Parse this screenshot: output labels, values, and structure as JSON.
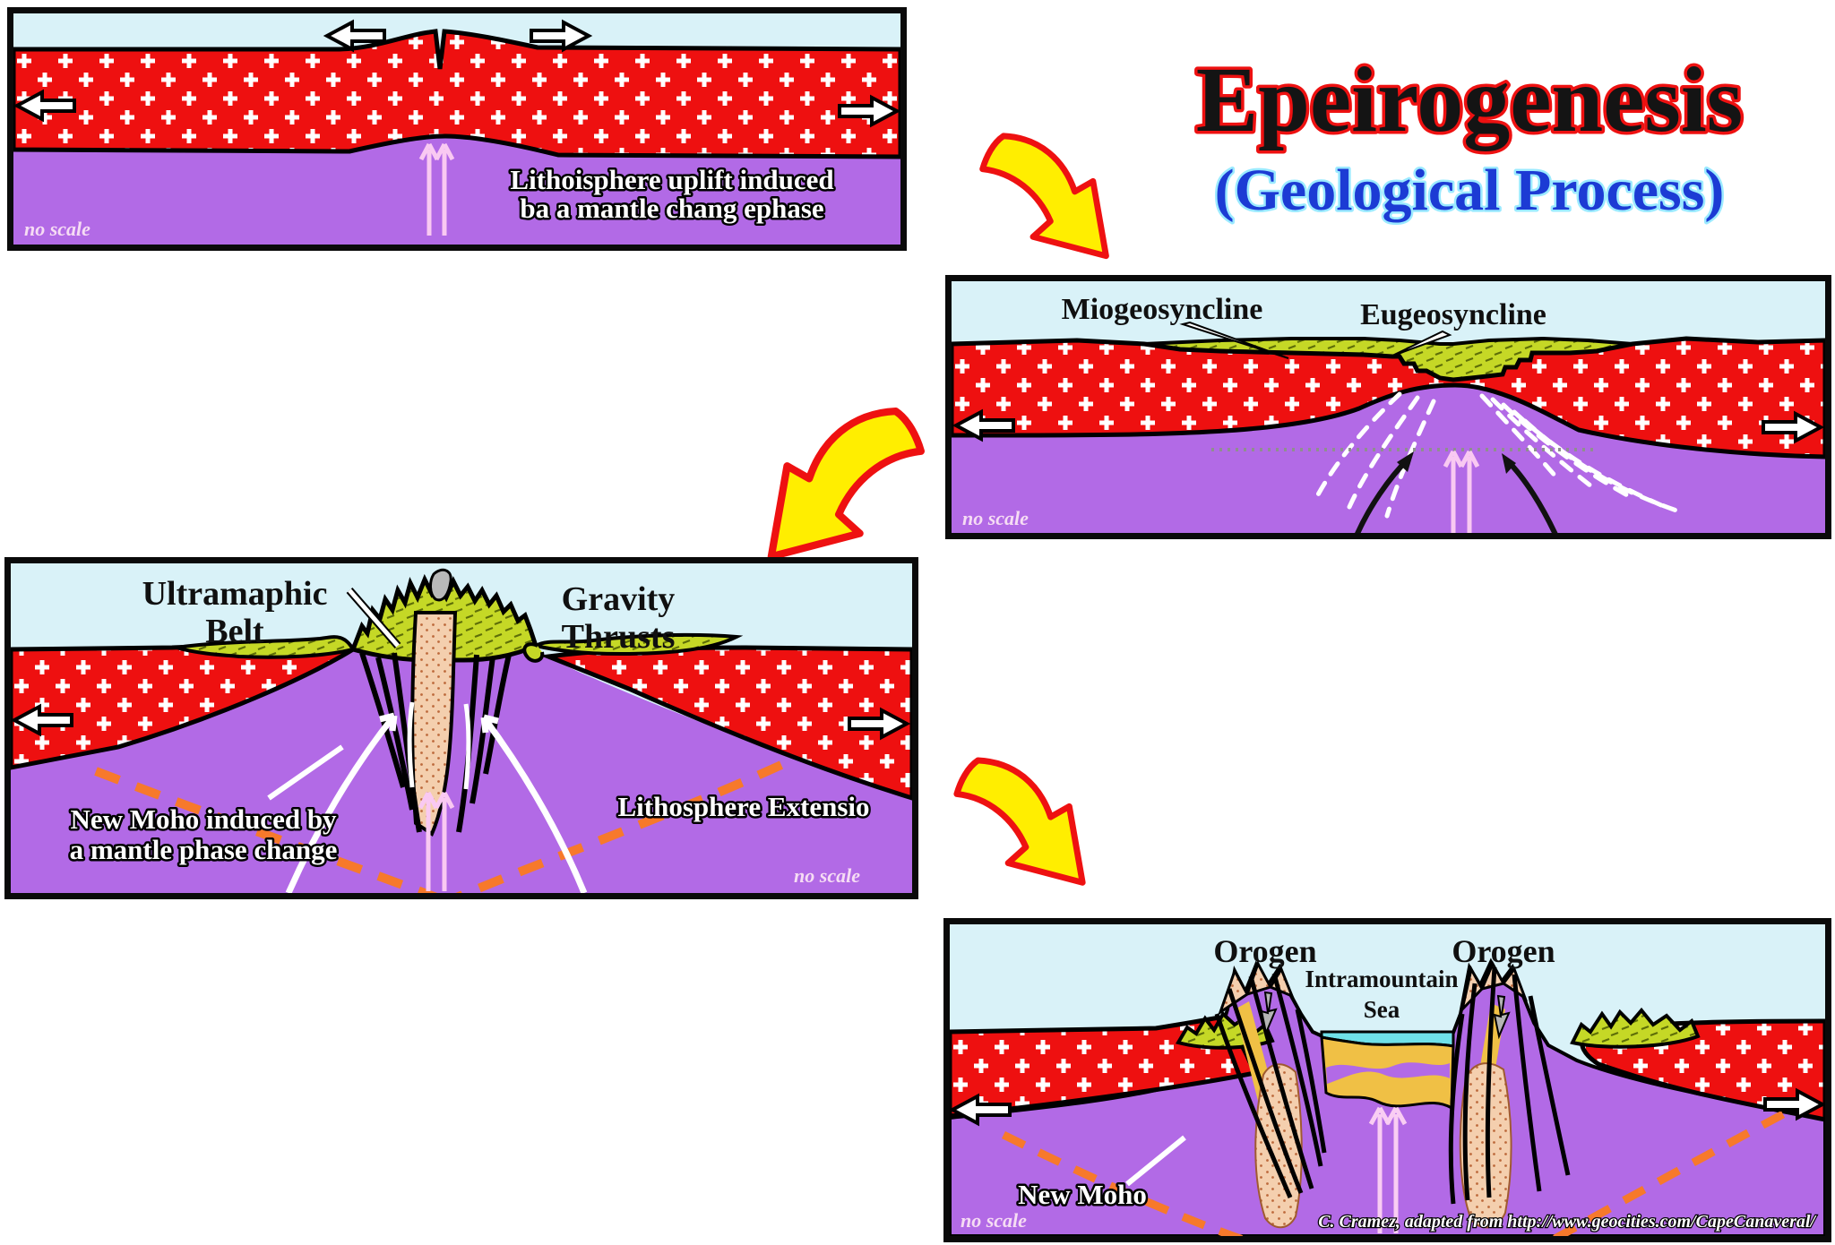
{
  "title": {
    "main": "Epeirogenesis",
    "subtitle": "(Geological Process)",
    "main_fill": "#141414",
    "main_outline": "#ee1111",
    "subtitle_fill": "#1c3bd4",
    "subtitle_outline": "#9beaff"
  },
  "panels": {
    "stage1": {
      "caption_line1": "Lithoisphere uplift induced",
      "caption_line2": "ba a mantle chang ephase",
      "scale_note": "no scale"
    },
    "stage2": {
      "label_miogeosyncline": "Miogeosyncline",
      "label_eugeosyncline": "Eugeosyncline",
      "scale_note": "no scale"
    },
    "stage3": {
      "label_ultramaphic_line1": "Ultramaphic",
      "label_ultramaphic_line2": "Belt",
      "label_gravity_line1": "Gravity",
      "label_gravity_line2": "Thrusts",
      "caption_new_moho_line1": "New Moho induced by",
      "caption_new_moho_line2": "a mantle phase change",
      "caption_extension": "Lithosphere Extensio",
      "scale_note": "no scale"
    },
    "stage4": {
      "label_orogen_left": "Orogen",
      "label_orogen_right": "Orogen",
      "label_sea_line1": "Intramountain",
      "label_sea_line2": "Sea",
      "caption_new_moho": "New Moho",
      "scale_note": "no scale",
      "credit": "C. Cramez, adapted from http://www.geocities.com/CapeCanaveral/"
    }
  },
  "colors": {
    "sky": "#d9f2f8",
    "lithosphere_red": "#ee1010",
    "mantle_purple": "#b26ae6",
    "sediment_green": "#c5d826",
    "intrusion_tan": "#f4cfae",
    "sea_cyan": "#6fe0e8",
    "sand_yellow": "#f0c045",
    "new_moho_orange": "#f7792b",
    "flow_arrow_yellow": "#ffee00",
    "flow_arrow_outline": "#ee1111",
    "uplift_arrow_pink": "#f9c9f2"
  },
  "icons": {
    "block-arrow": "white outlined extension arrow",
    "swoosh-arrow": "yellow curved next-step arrow",
    "uplift-arrow": "pink thin double up arrow",
    "pointer-needle": "white tapered pointer"
  }
}
